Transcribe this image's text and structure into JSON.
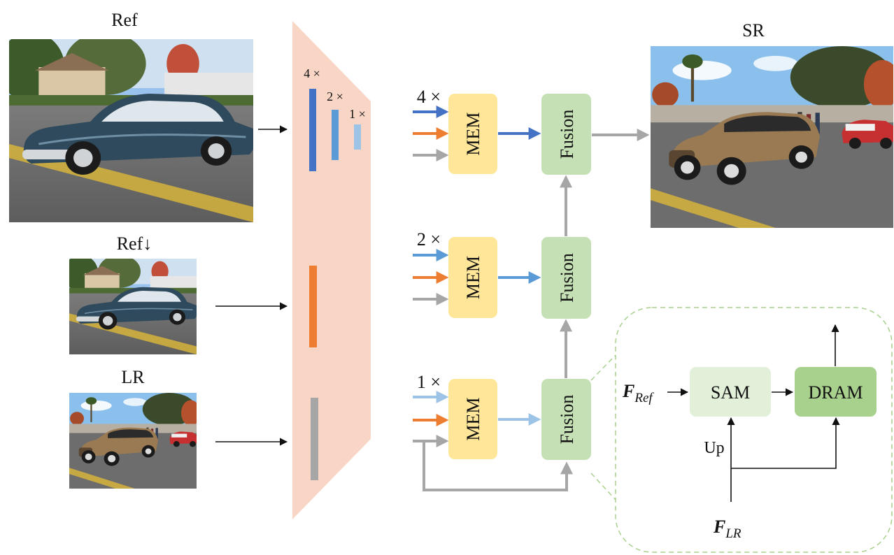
{
  "labels": {
    "ref": "Ref",
    "ref_down": "Ref↓",
    "lr": "LR",
    "sr": "SR",
    "scale_4x_encoder": "4 ×",
    "scale_2x_encoder": "2 ×",
    "scale_1x_encoder": "1 ×",
    "scale_4x": "4 ×",
    "scale_2x": "2 ×",
    "scale_1x": "1 ×"
  },
  "blocks": {
    "mem": "MEM",
    "fusion": "Fusion",
    "sam": "SAM",
    "dram": "DRAM",
    "up": "Up",
    "f_ref_main": "F",
    "f_ref_sub": "Ref",
    "f_lr_main": "F",
    "f_lr_sub": "LR"
  },
  "colors": {
    "scale_4x": "#4472c4",
    "scale_2x": "#5b9bd5",
    "scale_1x": "#9dc3e6",
    "ref_down_feature": "#ed7d31",
    "lr_feature": "#a6a6a6",
    "encoder_trapezoid": "#f8d5c4",
    "mem_fill": "#ffe699",
    "fusion_fill": "#c5e0b4",
    "sam_fill": "#e2f0d9",
    "dram_fill": "#a9d18e",
    "zoom_border": "#a9d18e"
  },
  "images": {
    "ref": "photo-car-blue",
    "ref_down": "photo-car-blue-small",
    "lr": "photo-car-brown-small",
    "sr": "photo-car-brown"
  }
}
